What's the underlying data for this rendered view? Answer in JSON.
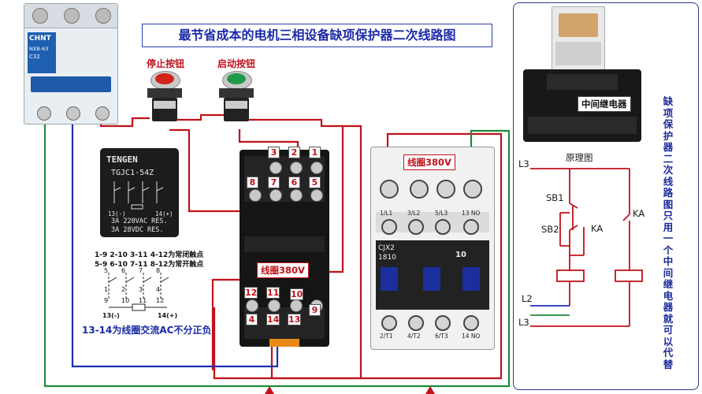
{
  "title": "最节省成本的电机三相设备缺项保护器二次线路图",
  "breaker": {
    "brand": "CHNT",
    "model": "NXB-63",
    "rating": "C32"
  },
  "stop_button": {
    "label": "停止按钮"
  },
  "start_button": {
    "label": "启动按钮"
  },
  "relay_module": {
    "brand": "TENGEN",
    "model": "TGJC1-54Z",
    "rating1": "3A 220VAC RES.",
    "rating2": "3A 28VDC RES.",
    "pin_13": "13(-)",
    "pin_14": "14(+)",
    "contact_note_1": "1-9 2-10 3-11 4-12为常闭触点",
    "contact_note_2": "5-9 6-10 7-11 8-12为常开触点",
    "coil_note": "13-14为线圈交流AC不分正负"
  },
  "socket": {
    "top_pins": [
      "3",
      "2",
      "1"
    ],
    "mid_pins": [
      "8",
      "7",
      "6",
      "5"
    ],
    "bottom_pins_a": [
      "12",
      "11",
      "10"
    ],
    "bottom_pins_b": [
      "4",
      "14",
      "13",
      "9"
    ],
    "coil_label": "线圈380V"
  },
  "contactor": {
    "coil_label": "线圈380V",
    "model": "CJX2",
    "size": "1810",
    "rating": "10",
    "terminals_top": [
      "1/L1",
      "3/L2",
      "5/L3",
      "13 NO"
    ],
    "terminals_bottom": [
      "2/T1",
      "4/T2",
      "6/T3",
      "14 NO"
    ]
  },
  "schematic": {
    "relay_label": "中间继电器",
    "schematic_label": "原理图",
    "vertical_note": "缺项保护器二次线路图只用一个中间继电器就可以代替",
    "L3_top": "L3",
    "L2": "L2",
    "L3_bottom": "L3",
    "SB1": "SB1",
    "SB2": "SB2",
    "KA_1": "KA",
    "KA_2": "KA"
  },
  "colors": {
    "wire_red": "#c0121b",
    "wire_blue": "#1f2fb5",
    "wire_green": "#1f8a3a",
    "title_blue": "#1b2aa8"
  }
}
